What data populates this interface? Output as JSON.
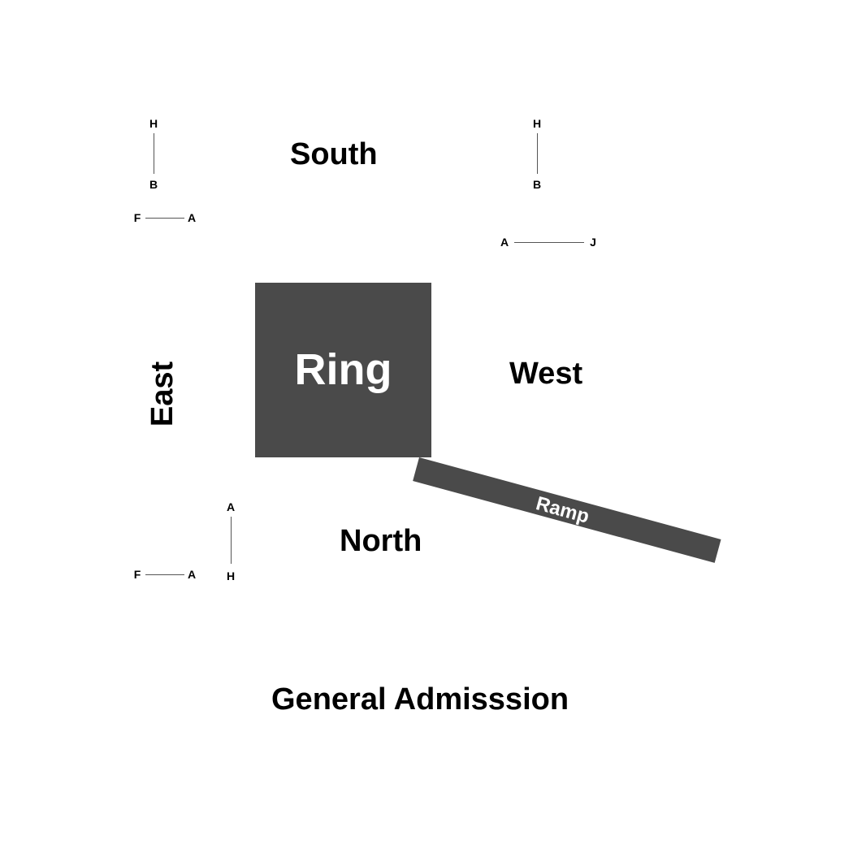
{
  "sections": {
    "south": "South",
    "east": "East",
    "west": "West",
    "north": "North",
    "general_admission": "General Admisssion"
  },
  "ring": {
    "label": "Ring"
  },
  "ramp": {
    "label": "Ramp"
  },
  "row_markers": {
    "south_left_vertical": {
      "top": "H",
      "bottom": "B"
    },
    "south_left_horizontal": {
      "left": "F",
      "right": "A"
    },
    "south_right_vertical": {
      "top": "H",
      "bottom": "B"
    },
    "south_right_horizontal": {
      "left": "A",
      "right": "J"
    },
    "north_left_vertical": {
      "top": "A",
      "bottom": "H"
    },
    "north_left_horizontal": {
      "left": "F",
      "right": "A"
    }
  },
  "colors": {
    "stage_fill": "#4a4a4a",
    "text": "#000000",
    "stage_text": "#ffffff",
    "background": "#ffffff"
  }
}
